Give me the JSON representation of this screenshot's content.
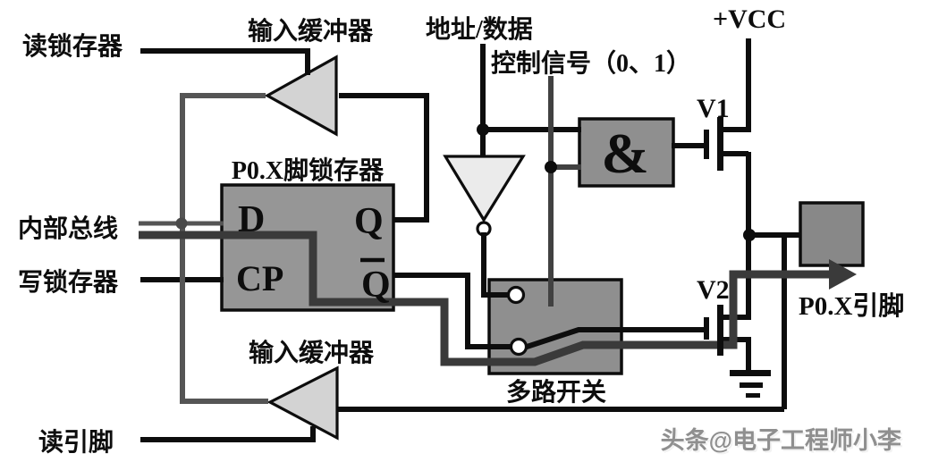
{
  "diagram": {
    "title_context": "P0.X port pin internal structure schematic",
    "labels": {
      "read_latch": "读锁存器",
      "input_buffer_top": "输入缓冲器",
      "address_data": "地址/数据",
      "control_signal": "控制信号（0、1）",
      "vcc": "+VCC",
      "v1": "V1",
      "latch_title": "P0.X脚锁存器",
      "internal_bus": "内部总线",
      "write_latch": "写锁存器",
      "d_input": "D",
      "q_output": "Q",
      "cp_input": "CP",
      "q_bar_output": "Q",
      "and_gate": "&",
      "mux": "多路开关",
      "v2": "V2",
      "pin": "P0.X引脚",
      "input_buffer_bottom": "输入缓冲器",
      "read_pin": "读引脚",
      "watermark": "头条@电子工程师小李"
    },
    "colors": {
      "background": "#ffffff",
      "latch_fill": "#969696",
      "and_fill": "#8f8f8f",
      "mux_fill": "#8f8f8f",
      "pad_fill": "#888888",
      "buffer_fill": "#d3d3d3",
      "inverter_fill": "#ebebeb",
      "wire_black": "#0d0d0d",
      "bus_rail_gray": "#555555",
      "control_line_gray": "#414141",
      "data_path_dark": "#3a3a3a",
      "watermark_gray": "#8f8f8f"
    }
  }
}
